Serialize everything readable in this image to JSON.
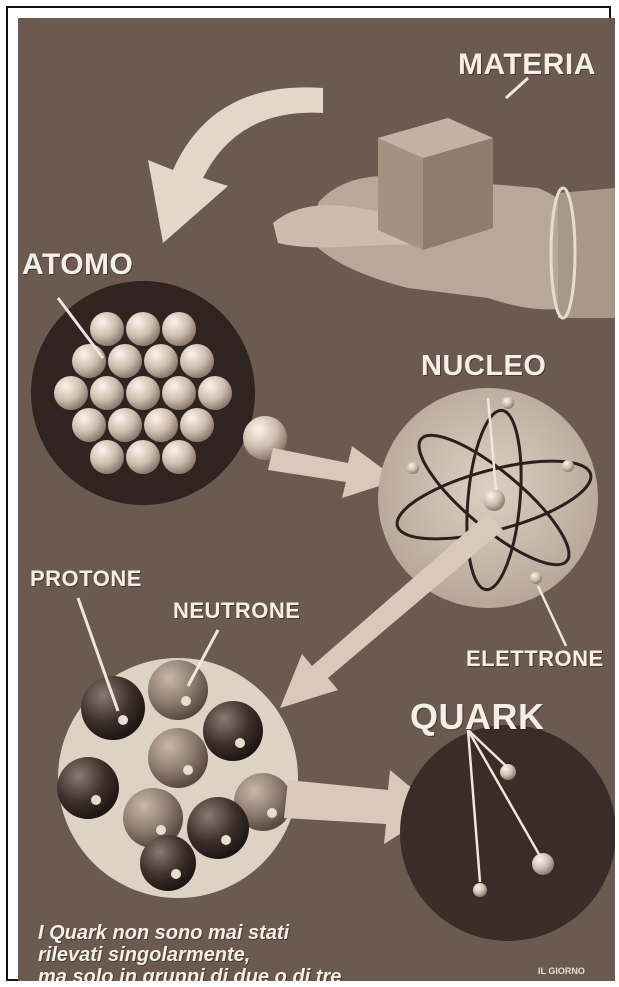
{
  "labels": {
    "materia": "MATERIA",
    "atomo": "ATOMO",
    "nucleo": "NUCLEO",
    "protone": "PROTONE",
    "neutrone": "NEUTRONE",
    "elettrone": "ELETTRONE",
    "quark": "QUARK"
  },
  "caption": {
    "line1": "I Quark non sono mai stati",
    "line2": "rilevati singolarmente,",
    "line3": "ma solo in gruppi di due o di tre"
  },
  "credit": "IL GIORNO",
  "colors": {
    "background": "#6a5a4f",
    "arrow": "#e4d6c8",
    "atom_sphere": "#d9c9ba",
    "quark_circle": "#3a2c27",
    "label": "#f6efe6"
  }
}
